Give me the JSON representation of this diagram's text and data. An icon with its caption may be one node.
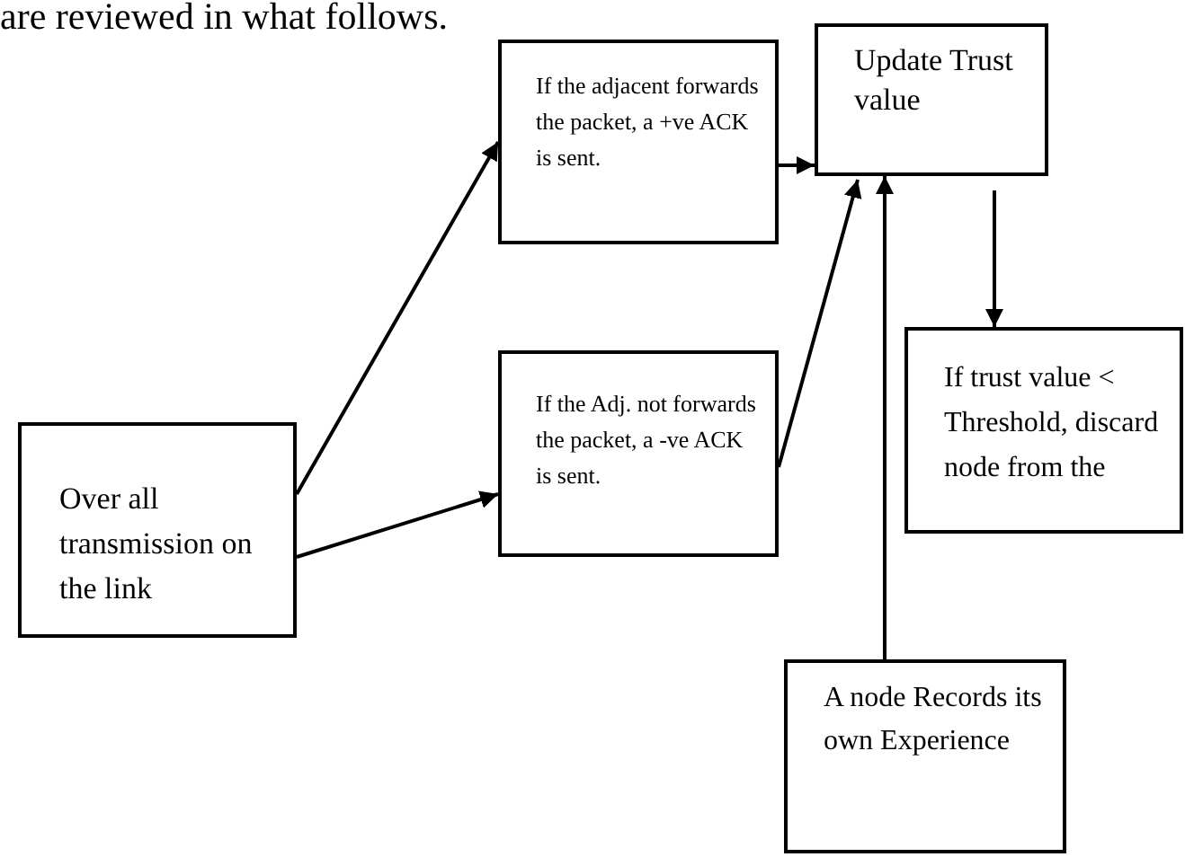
{
  "diagram": {
    "nodes": [
      {
        "text": [
          "Over all transmission on the link"
        ]
      },
      {
        "text": [
          "If the adjacent forwards the packet, a +ve ACK is sent."
        ]
      },
      {
        "text": [
          "If the Adj. not forwards the packet, a -ve ACK is sent."
        ]
      },
      {
        "text": [
          "Update Trust value"
        ]
      },
      {
        "text": [
          "If trust value < Threshold, discard node from the"
        ]
      },
      {
        "text": [
          "A node Records its own Experience"
        ]
      }
    ],
    "edges": [
      {
        "from": 0,
        "to": 1,
        "arrow": "to"
      },
      {
        "from": 0,
        "to": 2,
        "arrow": "to"
      },
      {
        "from": 1,
        "to": 3,
        "arrow": "to"
      },
      {
        "from": 2,
        "to": 3,
        "arrow": "to"
      },
      {
        "from": 5,
        "to": 3,
        "arrow": "to"
      },
      {
        "from": 3,
        "to": 4,
        "arrow": "to"
      }
    ],
    "labels": [
      "are reviewed in what follows."
    ]
  }
}
